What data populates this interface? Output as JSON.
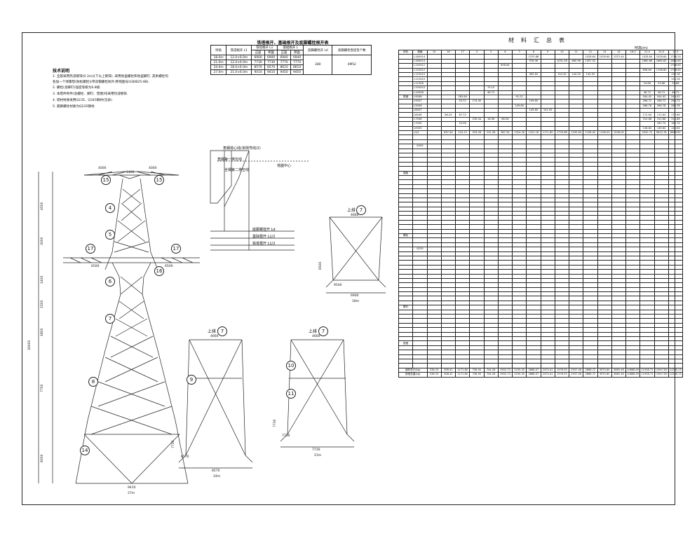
{
  "notes": {
    "title": "技术说明",
    "lines": [
      "1. 全部采用热浸镀锌(0.3m以下以上镀锌), 采用防盗螺栓和防盗脚钉, 其余螺栓均",
      "   各加一个弹簧垫(防松螺栓)(带双帽螺栓除外)参照图号(GB/B25-88).",
      "2. 螺栓(含脚钉)强度等级为6.8级.",
      "3. 本塔件构件(含螺栓、脚钉、垫圈)均采用热浸镀锌.",
      "4. 塔材材质采用Q235、Q345钢材(见表).",
      "5. 底脚螺栓材质为Q235钢材."
    ]
  },
  "foundation_table": {
    "title": "铁塔根开、基础根开及底脚螺栓根开表",
    "header1": [
      "呼高",
      "铁塔根开 L1",
      "",
      "基础根开 L",
      "",
      "底脚螺栓开 Ld",
      "底脚螺栓直径及个数"
    ],
    "header2": [
      "",
      "正面",
      "侧面",
      "正面",
      "侧面",
      "",
      ""
    ],
    "rows": [
      [
        "18.0m",
        "12.0×6.0m",
        "6900",
        "6900",
        "6940",
        "6940"
      ],
      [
        "21.0m",
        "12.0×6.0m",
        "7730",
        "7730",
        "7770",
        "7770"
      ],
      [
        "24.0m",
        "18.0×6.0m",
        "8570",
        "8570",
        "8610",
        "8610"
      ],
      [
        "27.0m",
        "21.0×6.0m",
        "9410",
        "9410",
        "9450",
        "9450"
      ]
    ],
    "ld": "280",
    "bolt": "4M52"
  },
  "tower": {
    "dims_top": [
      "4000",
      "1400",
      "4000"
    ],
    "arm_dims": [
      "6500",
      "6500"
    ],
    "bottom_dim": "9410",
    "scale_bottom": "27m",
    "heights": [
      "4500",
      "3000",
      "1400",
      "1500",
      "1800",
      "30000",
      "7700",
      "6000"
    ],
    "parts": [
      "15",
      "15",
      "4",
      "5",
      "17",
      "17",
      "16",
      "6",
      "7",
      "8",
      "14"
    ]
  },
  "detail": {
    "labels": [
      "角钢塔心线(单侧弯线/2)",
      "角钢第一排空线",
      "全钢第二排空线",
      "塔腿中心",
      "底脚螺栓开 Ld",
      "基础根开 L1/2",
      "铁塔根开 L1/2"
    ]
  },
  "sections": [
    {
      "title": "上排",
      "part": "7",
      "top": "4660",
      "height": "6500",
      "bottom": "6900",
      "scale": "18m",
      "sub": "9540"
    },
    {
      "title": "上排",
      "part": "7",
      "top": "4660",
      "height": "7730",
      "bottom": "8570",
      "scale": "24m",
      "sub": "8570",
      "left_part": "9"
    },
    {
      "title": "上排",
      "part": "7",
      "top": "4660",
      "height": "7730",
      "bottom": "7730",
      "scale": "21m",
      "sub": "7730",
      "left_part": "10",
      "left_part2": "11"
    }
  ],
  "material": {
    "title": "材料汇总表",
    "heights_label": "呼高(m)",
    "header": [
      "材料",
      "规格",
      "15",
      "16",
      "17",
      "4",
      "5",
      "6",
      "7",
      "8",
      "9",
      "10",
      "11",
      "12",
      "13",
      "14",
      "18.0",
      "21.0",
      "24.0",
      "27.0"
    ],
    "groups": [
      "角钢",
      "钢板",
      "螺栓",
      "脚钉",
      "垫圈"
    ],
    "subgroups": [
      "Q345",
      "Q235",
      "Q345",
      "Q235"
    ],
    "rows": [
      [
        "L180X14",
        "",
        "",
        "",
        "",
        "",
        "",
        "",
        "1375.68",
        "",
        "",
        "",
        "1028.64",
        "1028.64",
        "1372.44",
        "",
        "1028.64",
        "1028.64",
        "1748.24"
      ],
      [
        "L160X14",
        "",
        "",
        "",
        "",
        "",
        "",
        "",
        "978.36",
        "",
        "1031.28",
        "660.98",
        "1307.52",
        "",
        "",
        "",
        "1660.66",
        "1660.62",
        "1665.84"
      ],
      [
        "L140X12",
        "",
        "",
        "",
        "",
        "",
        "658.84",
        "",
        "",
        "",
        "",
        "",
        "",
        "",
        "",
        "",
        "",
        "",
        "1708.80"
      ],
      [
        "L125X12",
        "",
        "",
        "",
        "",
        "",
        "",
        "",
        "",
        "",
        "",
        "",
        "",
        "",
        "",
        "",
        "658.84",
        "1708.80",
        "1708.80"
      ],
      [
        "L125X10",
        "",
        "",
        "",
        "",
        "",
        "",
        "",
        "465.84",
        "",
        "144.30",
        "144.30",
        "144.30",
        "",
        "",
        "",
        "",
        "",
        "130.16"
      ],
      [
        "L110X10",
        "",
        "",
        "",
        "",
        "",
        "",
        "",
        "",
        "",
        "",
        "",
        "",
        "",
        "",
        "",
        "",
        "",
        "120.16"
      ],
      [
        "L110X8",
        "",
        "",
        "",
        "",
        "",
        "",
        "",
        "",
        "",
        "",
        "",
        "",
        "",
        "",
        "",
        "53.88",
        "53.88",
        "53.88"
      ],
      [
        "L100X10",
        "",
        "",
        "",
        "",
        "75.10",
        "",
        "",
        "",
        "",
        "",
        "",
        "",
        "",
        "",
        "",
        "",
        "",
        ""
      ],
      [
        "L100X8",
        "",
        "",
        "",
        "",
        "46.72",
        "",
        "",
        "",
        "",
        "",
        "",
        "",
        "",
        "",
        "",
        "46.72",
        "46.72",
        "46.72"
      ],
      [
        "L90X8",
        "",
        "",
        "283.64",
        "",
        "",
        "",
        "91.22",
        "",
        "",
        "",
        "",
        "",
        "",
        "",
        "",
        "544.42",
        "544.42",
        "544.42"
      ],
      [
        "L90X7",
        "",
        "",
        "53.72",
        "174.40",
        "",
        "",
        "",
        "149.80",
        "",
        "",
        "",
        "",
        "",
        "",
        "",
        "266.72",
        "266.72",
        "266.72"
      ],
      [
        "L90X6",
        "",
        "",
        "",
        "",
        "",
        "",
        "149.80",
        "",
        "",
        "",
        "",
        "",
        "",
        "",
        "",
        "266.78",
        "266.78",
        "266.78"
      ],
      [
        "L80X7",
        "",
        "",
        "",
        "",
        "",
        "",
        "",
        "149.80",
        "141.92",
        "",
        "",
        "",
        "",
        "",
        "",
        "",
        "",
        ""
      ],
      [
        "L80X6",
        "",
        "86.24",
        "87.72",
        "",
        "",
        "",
        "",
        "",
        "",
        "",
        "",
        "",
        "",
        "",
        "",
        "172.64",
        "172.64",
        "172.64"
      ],
      [
        "L75X6",
        "",
        "",
        "",
        "239.44",
        "16.96",
        "86.56",
        "",
        "",
        "",
        "",
        "",
        "",
        "",
        "",
        "",
        "310.88",
        "310.88",
        "310.88"
      ],
      [
        "L70X5",
        "",
        "",
        "20.96",
        "",
        "",
        "",
        "",
        "",
        "",
        "",
        "",
        "",
        "",
        "",
        "",
        "",
        "182.74",
        "182.74"
      ],
      [
        "L63X5",
        "",
        "",
        "",
        "",
        "",
        "",
        "",
        "",
        "",
        "",
        "",
        "",
        "",
        "",
        "",
        "146.84",
        "146.84",
        "146.84"
      ],
      [
        "小计",
        "",
        "637.44",
        "124.12",
        "533.28",
        "241.28",
        "387.34",
        "1324.28",
        "1412.18",
        "1171.80",
        "1735.88",
        "1335.64",
        "1198.00",
        "1196.00",
        "1536.00",
        "",
        "5932.72",
        "5810.78",
        "8889.82"
      ]
    ],
    "footer": [
      {
        "label": "钢材总计(kg)",
        "values": [
          "236.15",
          "308.41",
          "1171.80",
          "736.50",
          "744.26",
          "1902.73",
          "2235.35",
          "2868.07",
          "2474.41",
          "1576.55",
          "2937.46",
          "2866.72",
          "3970.60",
          "3665.48",
          "10888.09",
          "11938.73",
          "13947.89",
          "14360.15"
        ]
      },
      {
        "label": "铁塔总重(kg)",
        "values": [
          "236.15",
          "308.41",
          "1171.80",
          "736.50",
          "744.26",
          "1902.73",
          "2235.35",
          "2868.07",
          "2474.41",
          "1576.55",
          "2937.46",
          "2866.72",
          "3970.60",
          "3665.48",
          "10888.09",
          "11938.73",
          "13947.89",
          "14360.15"
        ]
      }
    ]
  }
}
